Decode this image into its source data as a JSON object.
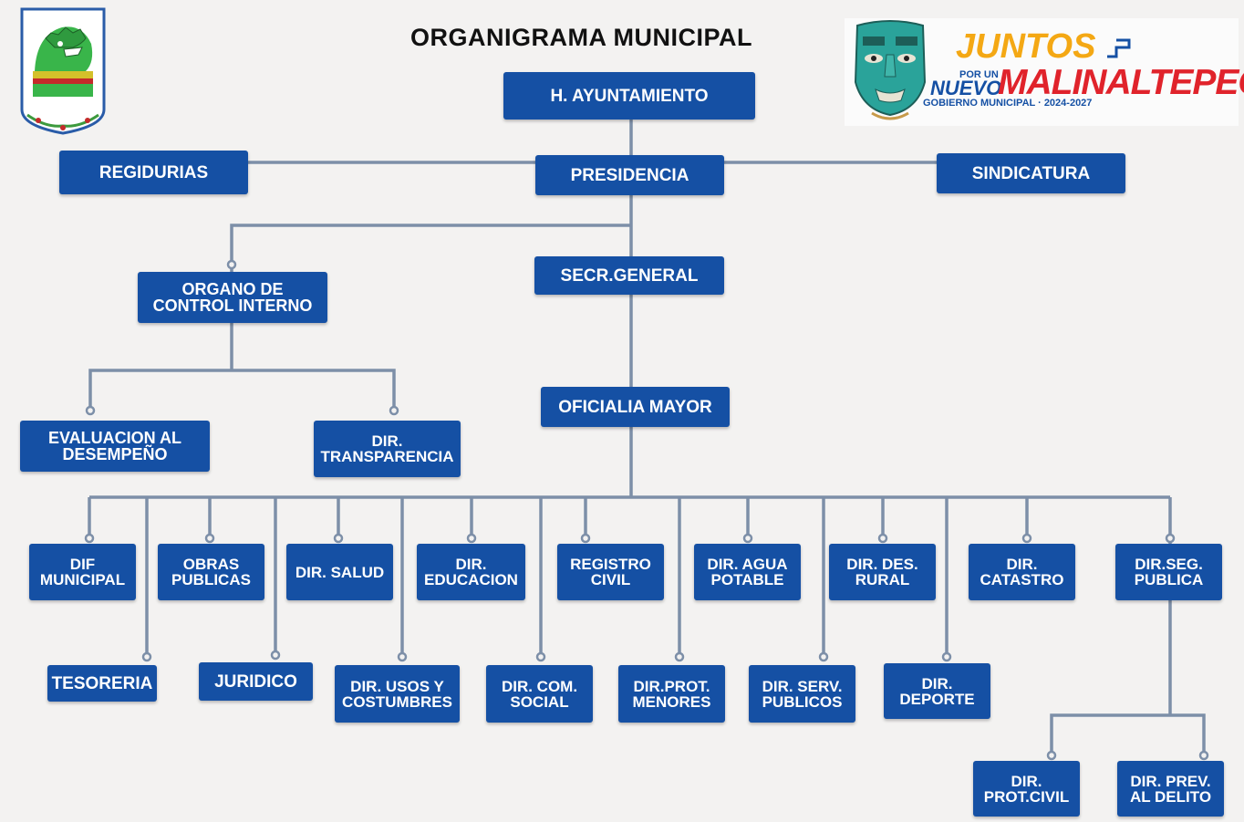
{
  "title": "ORGANIGRAMA MUNICIPAL",
  "brand": {
    "word1": "JUNTOS",
    "small": "POR UN",
    "word2": "NUEVO",
    "word3": "MALINALTEPEC",
    "sub": "GOBIERNO MUNICIPAL · 2024-2027"
  },
  "nodes": {
    "ayuntamiento": "H. AYUNTAMIENTO",
    "regidurias": "REGIDURIAS",
    "presidencia": "PRESIDENCIA",
    "sindicatura": "SINDICATURA",
    "organo": "ORGANO DE\nCONTROL INTERNO",
    "secr_general": "SECR.GENERAL",
    "evaluacion": "EVALUACION AL\nDESEMPEÑO",
    "transparencia": "DIR.\nTRANSPARENCIA",
    "oficialia": "OFICIALIA MAYOR",
    "dif": "DIF\nMUNICIPAL",
    "obras": "OBRAS\nPUBLICAS",
    "salud": "DIR. SALUD",
    "educacion": "DIR.\nEDUCACION",
    "registro": "REGISTRO\nCIVIL",
    "agua": "DIR. AGUA\nPOTABLE",
    "des_rural": "DIR. DES.\nRURAL",
    "catastro": "DIR.\nCATASTRO",
    "seg_publica": "DIR.SEG.\nPUBLICA",
    "tesoreria": "TESORERIA",
    "juridico": "JURIDICO",
    "usos": "DIR. USOS Y\nCOSTUMBRES",
    "com_social": "DIR. COM.\nSOCIAL",
    "prot_menores": "DIR.PROT.\nMENORES",
    "serv_publicos": "DIR. SERV.\nPUBLICOS",
    "deporte": "DIR.\nDEPORTE",
    "prot_civil": "DIR.\nPROT.CIVIL",
    "prev_delito": "DIR. PREV.\nAL DELITO"
  }
}
